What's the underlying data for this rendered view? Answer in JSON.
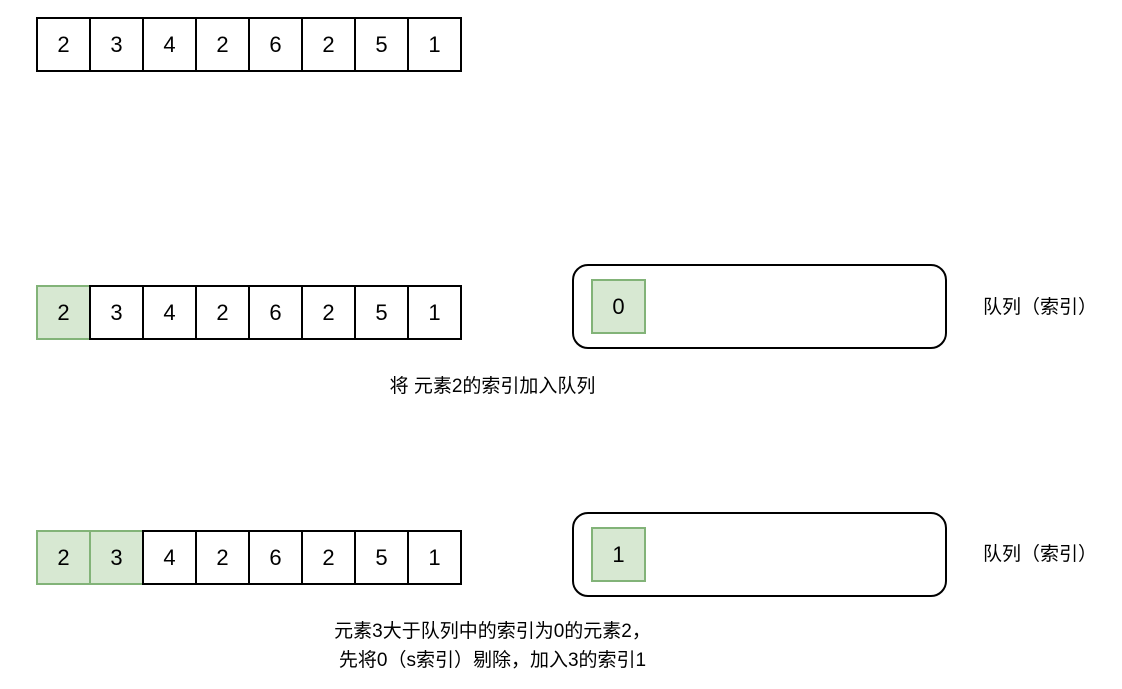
{
  "diagram": {
    "title_text": "",
    "colors": {
      "highlight_fill": "#d7e8d2",
      "highlight_border": "#82b378",
      "cell_border": "#000000",
      "text": "#000000",
      "background": "#ffffff"
    },
    "steps": [
      {
        "id": "step-initial",
        "array": {
          "values": [
            "2",
            "3",
            "4",
            "2",
            "6",
            "2",
            "5",
            "1"
          ],
          "highlighted_count": 0
        },
        "queue": null,
        "queue_label": "",
        "caption": ""
      },
      {
        "id": "step-push-index-0",
        "array": {
          "values": [
            "2",
            "3",
            "4",
            "2",
            "6",
            "2",
            "5",
            "1"
          ],
          "highlighted_count": 1
        },
        "queue": {
          "items": [
            "0"
          ]
        },
        "queue_label": "队列（索引）",
        "caption": "将 元素2的索引加入队列"
      },
      {
        "id": "step-pop-push-index-1",
        "array": {
          "values": [
            "2",
            "3",
            "4",
            "2",
            "6",
            "2",
            "5",
            "1"
          ],
          "highlighted_count": 2
        },
        "queue": {
          "items": [
            "1"
          ]
        },
        "queue_label": "队列（索引）",
        "caption": "元素3大于队列中的索引为0的元素2，\n先将0（s索引）剔除，加入3的索引1"
      }
    ]
  }
}
